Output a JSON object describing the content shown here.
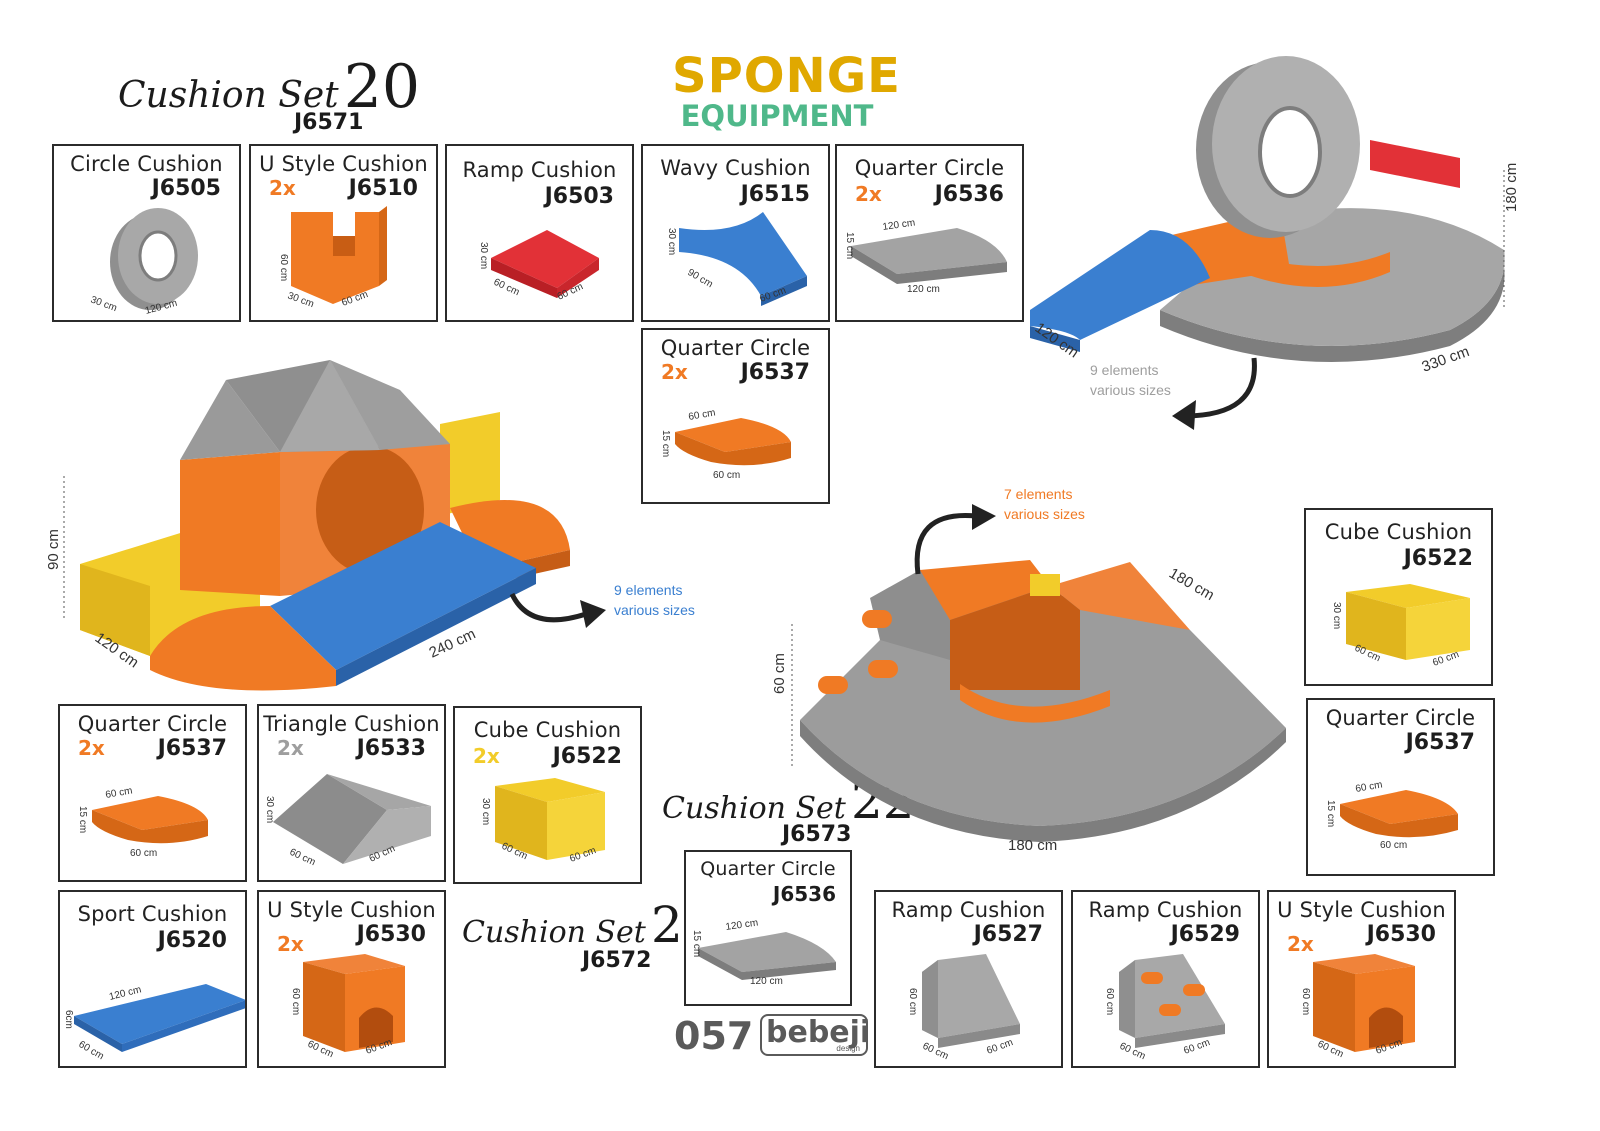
{
  "brand": {
    "line1": "SPONGE",
    "line2": "EQUIPMENT",
    "page_number": "057",
    "company": "bebeji",
    "company_sub": "design",
    "colors": {
      "orange": "#f07a24",
      "gray": "#9e9e9e",
      "yellow": "#f2cc2a",
      "blue": "#3a7fd0",
      "red": "#e23137",
      "green": "#52b37a",
      "pink": "#f2a7b5"
    }
  },
  "sets": {
    "s20": {
      "script": "Cushion Set",
      "num": "20",
      "code": "J6571"
    },
    "s21": {
      "script": "Cushion Set",
      "num": "21",
      "code": "J6572"
    },
    "s22": {
      "script": "Cushion Set",
      "num": "22",
      "code": "J6573"
    }
  },
  "cards": {
    "circle": {
      "name": "Circle Cushion",
      "code": "J6505",
      "qty": "",
      "d1": "30 cm",
      "d2": "120 cm"
    },
    "ustyle10": {
      "name": "U Style Cushion",
      "code": "J6510",
      "qty": "2x",
      "d1": "60 cm",
      "d2": "30 cm",
      "d3": "60 cm"
    },
    "ramp03": {
      "name": "Ramp Cushion",
      "code": "J6503",
      "qty": "",
      "d1": "30 cm",
      "d2": "60 cm",
      "d3": "60 cm"
    },
    "wavy": {
      "name": "Wavy Cushion",
      "code": "J6515",
      "qty": "",
      "d1": "30 cm",
      "d2": "90 cm",
      "d3": "60 cm"
    },
    "qc36a": {
      "name": "Quarter Circle",
      "code": "J6536",
      "qty": "2x",
      "d1": "15 cm",
      "d2": "120 cm",
      "d3": "120 cm"
    },
    "qc37a": {
      "name": "Quarter Circle",
      "code": "J6537",
      "qty": "2x",
      "d1": "15 cm",
      "d2": "60 cm",
      "d3": "60 cm"
    },
    "qc37b": {
      "name": "Quarter Circle",
      "code": "J6537",
      "qty": "2x",
      "d1": "15 cm",
      "d2": "60 cm",
      "d3": "60 cm"
    },
    "tri": {
      "name": "Triangle Cushion",
      "code": "J6533",
      "qty": "2x",
      "d1": "30 cm",
      "d2": "60 cm",
      "d3": "60 cm"
    },
    "cube22a": {
      "name": "Cube Cushion",
      "code": "J6522",
      "qty": "2x",
      "d1": "30 cm",
      "d2": "60 cm",
      "d3": "60 cm"
    },
    "sport": {
      "name": "Sport Cushion",
      "code": "J6520",
      "qty": "",
      "d1": "6cm",
      "d2": "120 cm",
      "d3": "60 cm"
    },
    "us30a": {
      "name": "U Style Cushion",
      "code": "J6530",
      "qty": "2x",
      "d1": "60 cm",
      "d2": "60 cm",
      "d3": "60 cm"
    },
    "qc36b": {
      "name": "Quarter Circle",
      "code": "J6536",
      "qty": "",
      "d1": "15 cm",
      "d2": "120 cm",
      "d3": "120 cm"
    },
    "ramp27": {
      "name": "Ramp Cushion",
      "code": "J6527",
      "qty": "",
      "d1": "60 cm",
      "d2": "60 cm",
      "d3": "60 cm"
    },
    "ramp29": {
      "name": "Ramp Cushion",
      "code": "J6529",
      "qty": "",
      "d1": "60 cm",
      "d2": "60 cm",
      "d3": "60 cm"
    },
    "us30b": {
      "name": "U Style Cushion",
      "code": "J6530",
      "qty": "2x",
      "d1": "60 cm",
      "d2": "60 cm",
      "d3": "60 cm"
    },
    "cube22b": {
      "name": "Cube Cushion",
      "code": "J6522",
      "qty": "",
      "d1": "30 cm",
      "d2": "60 cm",
      "d3": "60 cm"
    },
    "qc37c": {
      "name": "Quarter Circle",
      "code": "J6537",
      "qty": "",
      "d1": "15 cm",
      "d2": "60 cm",
      "d3": "60 cm"
    }
  },
  "assemblies": {
    "s20": {
      "note1": "9 elements",
      "note2": "various sizes",
      "h": "180 cm",
      "w": "120 cm",
      "l": "330 cm"
    },
    "s21": {
      "note1": "9 elements",
      "note2": "various sizes",
      "h": "90 cm",
      "w": "120 cm",
      "l": "240 cm"
    },
    "s22": {
      "note1": "7 elements",
      "note2": "various sizes",
      "h": "60 cm",
      "w": "180 cm",
      "l": "180 cm"
    }
  }
}
